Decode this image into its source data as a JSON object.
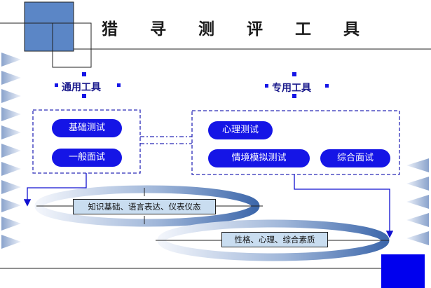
{
  "title": "猎 寻 测 评 工 具",
  "general_tools": {
    "label": "通用工具",
    "items": [
      "基础测试",
      "一般面试"
    ],
    "focus": "知识基础、语言表达、仪表仪态"
  },
  "special_tools": {
    "label": "专用工具",
    "items": [
      "心理测试",
      "情境模拟测试",
      "综合面试"
    ],
    "focus": "性格、心理、综合素质"
  },
  "colors": {
    "pill": "#1515e6",
    "dashed_border": "#2b2bb8",
    "square_dark": "#0000ee",
    "square_light": "#5b86c6",
    "ring": "#4f79b8"
  }
}
